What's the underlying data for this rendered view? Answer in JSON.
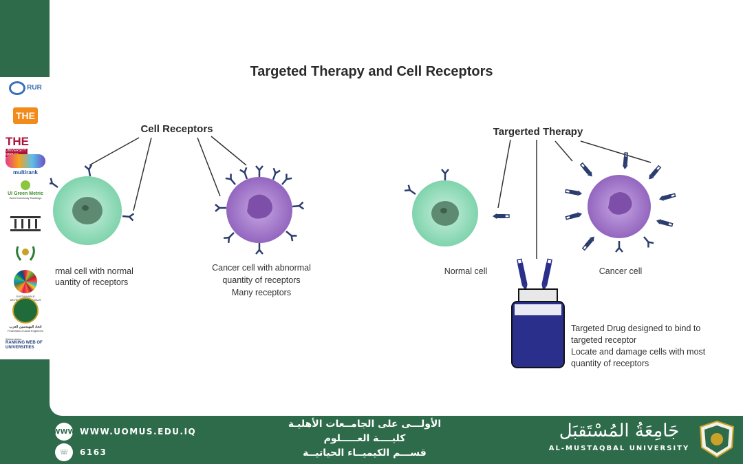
{
  "slide": {
    "title": "Targeted Therapy and Cell Receptors",
    "left_heading": "Cell Receptors",
    "right_heading": "Targerted Therapy",
    "normal_cell_caption": [
      "rmal cell with normal",
      "uantity of receptors"
    ],
    "cancer_cell_caption": [
      "Cancer cell with abnormal",
      "quantity of receptors",
      "Many receptors"
    ],
    "therapy_normal_caption": "Normal cell",
    "therapy_cancer_caption": "Cancer cell",
    "drug_caption": [
      "Targeted Drug designed to bind to",
      "targeted receptor",
      "Locate and damage cells with most",
      "quantity of receptors"
    ]
  },
  "sidebar": {
    "logos": [
      {
        "name": "rur",
        "text": "RUR"
      },
      {
        "name": "the",
        "text": "THE"
      },
      {
        "name": "the-impact",
        "text": "THE",
        "sub": "UNIVERSITY IMPACT RANKINGS"
      },
      {
        "name": "multirank",
        "text": "multirank"
      },
      {
        "name": "greenmetric",
        "text": "UI Green Metric",
        "sub": "World University Rankings"
      },
      {
        "name": "institution",
        "text": ""
      },
      {
        "name": "arab-rankings",
        "text": ""
      },
      {
        "name": "sdgs",
        "text": "SUSTAINABLE DEVELOPMENT GOALS"
      },
      {
        "name": "arab-engineers",
        "text": "اتحاد المهندسين العرب",
        "sub": "Federation of Arab Engineers"
      },
      {
        "name": "webometrics",
        "text": "Webometrics",
        "sub": "RANKING WEB OF UNIVERSITIES"
      }
    ]
  },
  "footer": {
    "website": "WWW.UOMUS.EDU.IQ",
    "www_icon_text": "WWW",
    "phone": "6163",
    "arabic_lines": [
      "الأولـــى على الجامــعات الأهليـة",
      "كليــــة العـــــلوم",
      "قســـم الكيميــاء الحياتيــة"
    ],
    "university_ar": "جَامِعَةُ المُسْتَقبَل",
    "university_en": "AL-MUSTAQBAL UNIVERSITY"
  },
  "colors": {
    "green": "#2e6b4a",
    "normal_cell": "#8fd9b6",
    "cancer_cell": "#a77ac9",
    "receptor": "#2b3d6e",
    "vial": "#2a2f8c"
  }
}
